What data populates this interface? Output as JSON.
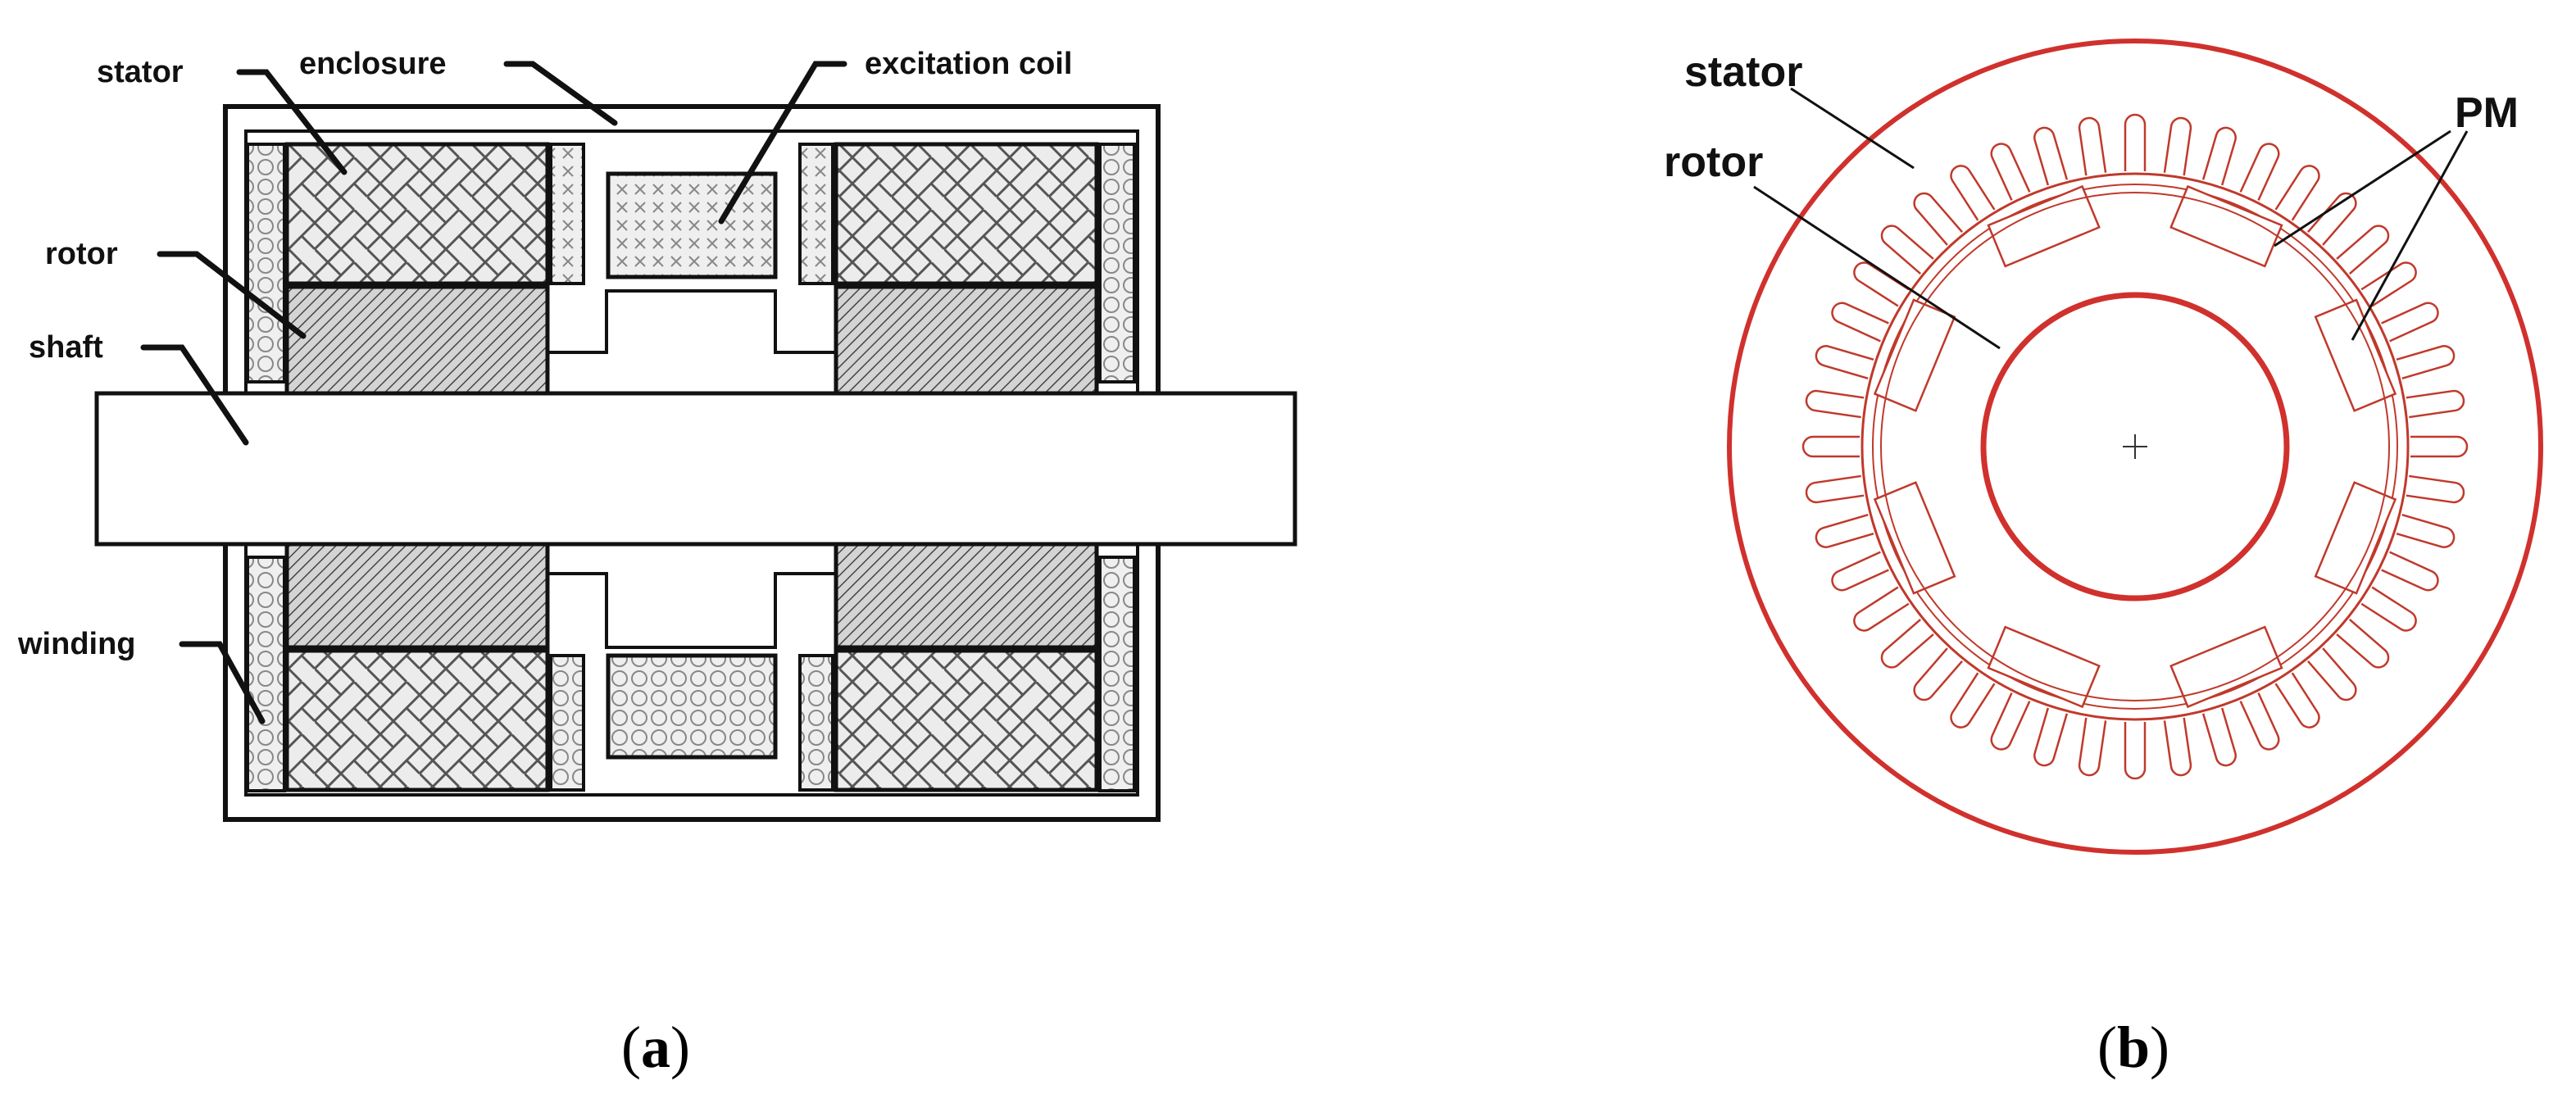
{
  "panel_a": {
    "caption_open": "(",
    "caption_letter": "a",
    "caption_close": ")",
    "labels": {
      "stator": "stator",
      "enclosure": "enclosure",
      "excitation_coil": "excitation coil",
      "rotor": "rotor",
      "shaft": "shaft",
      "winding": "winding"
    }
  },
  "panel_b": {
    "caption_open": "(",
    "caption_letter": "b",
    "caption_close": ")",
    "labels": {
      "stator": "stator",
      "rotor": "rotor",
      "pm": "PM"
    },
    "stator_slot_count": 44,
    "pm_count": 8
  },
  "colors": {
    "outline": "#111111",
    "drawing_red": "#d0312d",
    "thin_red": "#c0392b",
    "hatch_gray": "#555555"
  }
}
